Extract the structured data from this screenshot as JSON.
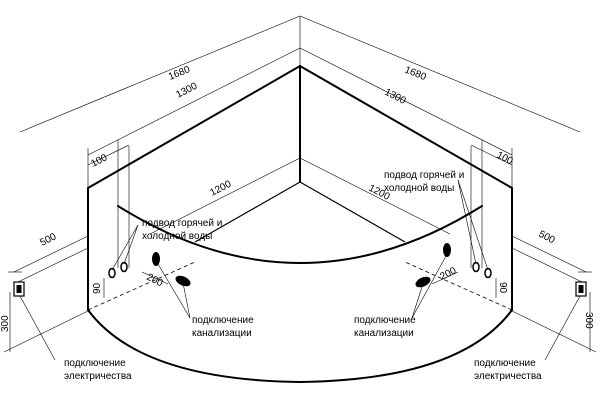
{
  "dimensions": {
    "overall_left": "1680",
    "overall_right": "1680",
    "inner_left": "1300",
    "inner_right": "1300",
    "offset_left": "100",
    "offset_right": "100",
    "diag_left": "1200",
    "diag_right": "1200",
    "side_left": "500",
    "side_right": "500",
    "height_left": "300",
    "height_right": "300",
    "drain_offset_left": "200",
    "drain_offset_right": "200",
    "pipe_height_left": "90",
    "pipe_height_right": "90"
  },
  "labels": {
    "water_supply_left_1": "подвод горячей и",
    "water_supply_left_2": "холодной воды",
    "water_supply_right_1": "подвод горячей и",
    "water_supply_right_2": "холодной воды",
    "drain_left_1": "подключение",
    "drain_left_2": "канализации",
    "drain_right_1": "подключение",
    "drain_right_2": "канализации",
    "electric_left_1": "подключение",
    "electric_left_2": "электричества",
    "electric_right_1": "подключение",
    "electric_right_2": "электричества"
  }
}
